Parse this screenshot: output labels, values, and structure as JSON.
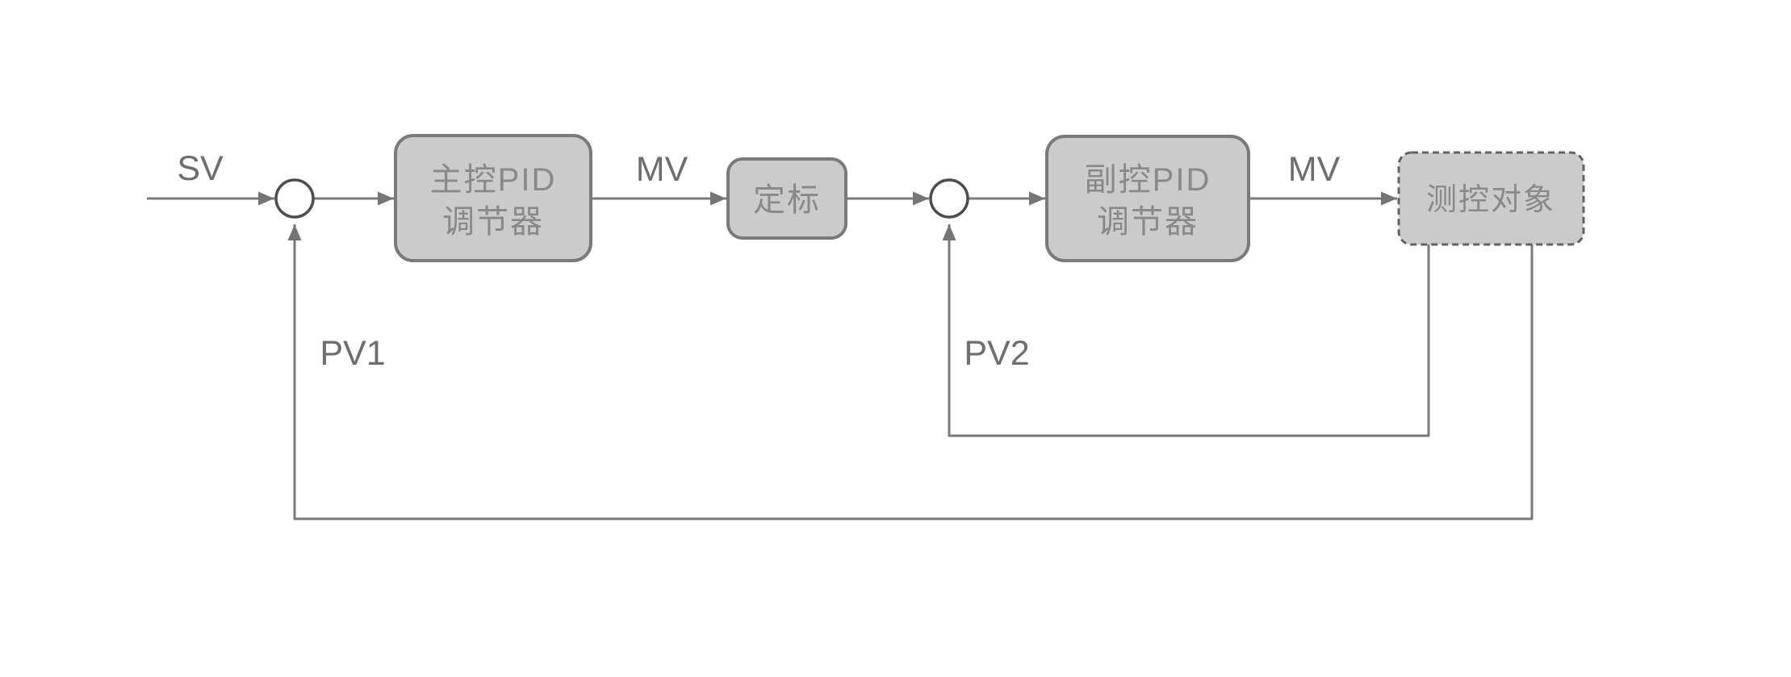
{
  "colors": {
    "canvas_bg": "#ffffff",
    "block_fill": "#cbcbcb",
    "block_border": "#7a7a7a",
    "dashed_border": "#636363",
    "block_text": "#898989",
    "signal_line": "#7a7a7a",
    "arrowhead": "#757575",
    "label_text": "#6e6e6e",
    "junction_stroke": "#4d4d4d",
    "junction_fill": "#ffffff"
  },
  "diagram": {
    "type": "cascade-pid-control-block-diagram",
    "signal_labels": {
      "setpoint": "SV",
      "mv_primary": "MV",
      "mv_secondary": "MV",
      "pv_primary": "PV1",
      "pv_secondary": "PV2"
    },
    "blocks": {
      "primary_pid": {
        "line1": "主控PID",
        "line2": "调节器"
      },
      "scaler": {
        "label": "定标"
      },
      "secondary_pid": {
        "line1": "副控PID",
        "line2": "调节器"
      },
      "plant": {
        "label": "测控对象"
      }
    }
  }
}
